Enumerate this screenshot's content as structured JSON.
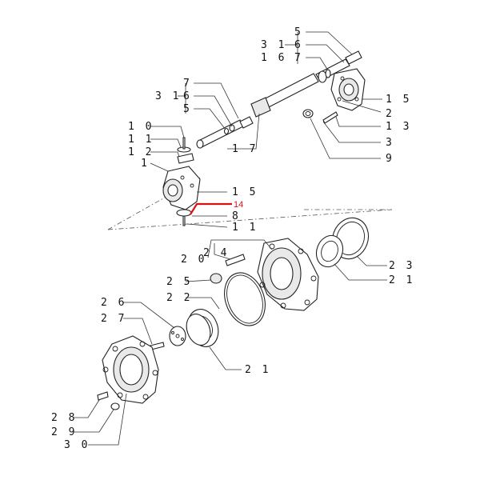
{
  "colors": {
    "ink": "#222222",
    "highlight": "#dd1111",
    "background": "#ffffff"
  },
  "labels": {
    "l5_top": "5",
    "l31_top": "3 1",
    "l6_top": "6",
    "l16_top": "1 6",
    "l7_top": "7",
    "l7_mid": "7",
    "l31_mid": "3 1",
    "l6_mid": "6",
    "l5_mid": "5",
    "l15_right": "1 5",
    "l2": "2",
    "l13": "1 3",
    "l3": "3",
    "l9": "9",
    "l10": "1 0",
    "l11_top": "1 1",
    "l12": "1 2",
    "l1": "1",
    "l17": "1 7",
    "l15_left": "1 5",
    "l14": "14",
    "l8": "8",
    "l11_bottom": "1 1",
    "l20": "2 0",
    "l24": "2 4",
    "l23": "2 3",
    "l21_right": "2 1",
    "l25": "2 5",
    "l22": "2 2",
    "l26": "2 6",
    "l27": "2 7",
    "l21_bottom": "2 1",
    "l28": "2 8",
    "l29": "2 9",
    "l30": "3 0"
  }
}
